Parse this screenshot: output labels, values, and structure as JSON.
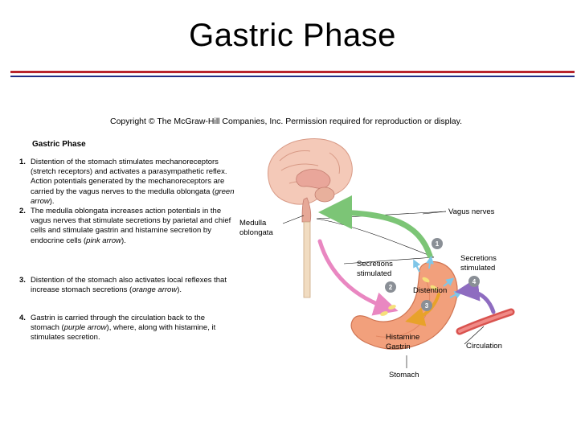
{
  "slide": {
    "title": "Gastric Phase",
    "copyright": "Copyright © The McGraw-Hill Companies, Inc. Permission required for reproduction or display."
  },
  "panel": {
    "heading": "Gastric Phase",
    "steps": [
      {
        "num": "1",
        "pre": "Distention of the stomach stimulates mechanoreceptors (stretch receptors) and activates a parasympathetic reflex. Action potentials generated by the mechanoreceptors are carried by the vagus nerves to the medulla oblongata (",
        "em": "green arrow",
        "post": ")."
      },
      {
        "num": "2",
        "pre": "The medulla oblongata increases action potentials in the vagus nerves that stimulate secretions by parietal and chief cells and stimulate gastrin and histamine secretion by endocrine cells (",
        "em": "pink arrow",
        "post": ")."
      },
      {
        "num": "3",
        "pre": "Distention of the stomach also activates local reflexes that increase stomach secretions (",
        "em": "orange arrow",
        "post": ")."
      },
      {
        "num": "4",
        "pre": "Gastrin is carried through the circulation back to the stomach (",
        "em": "purple arrow",
        "post": "), where, along with histamine, it stimulates secretion."
      }
    ]
  },
  "diagram": {
    "labels": {
      "medulla_1": "Medulla",
      "medulla_2": "oblongata",
      "vagus": "Vagus nerves",
      "sec_left_1": "Secretions",
      "sec_left_2": "stimulated",
      "sec_right_1": "Secretions",
      "sec_right_2": "stimulated",
      "distention": "Distention",
      "histamine": "Histamine",
      "gastrin": "Gastrin",
      "circulation": "Circulation",
      "stomach": "Stomach"
    },
    "badges": [
      "1",
      "2",
      "3",
      "4"
    ],
    "colors": {
      "green_arrow": "#7cc576",
      "pink_arrow": "#e987c1",
      "orange_arrow": "#e8a22a",
      "purple_arrow": "#8e6cc0",
      "stomach": "#f2a07c",
      "brain": "#f4c9b8",
      "badge": "#8a8f96"
    }
  }
}
